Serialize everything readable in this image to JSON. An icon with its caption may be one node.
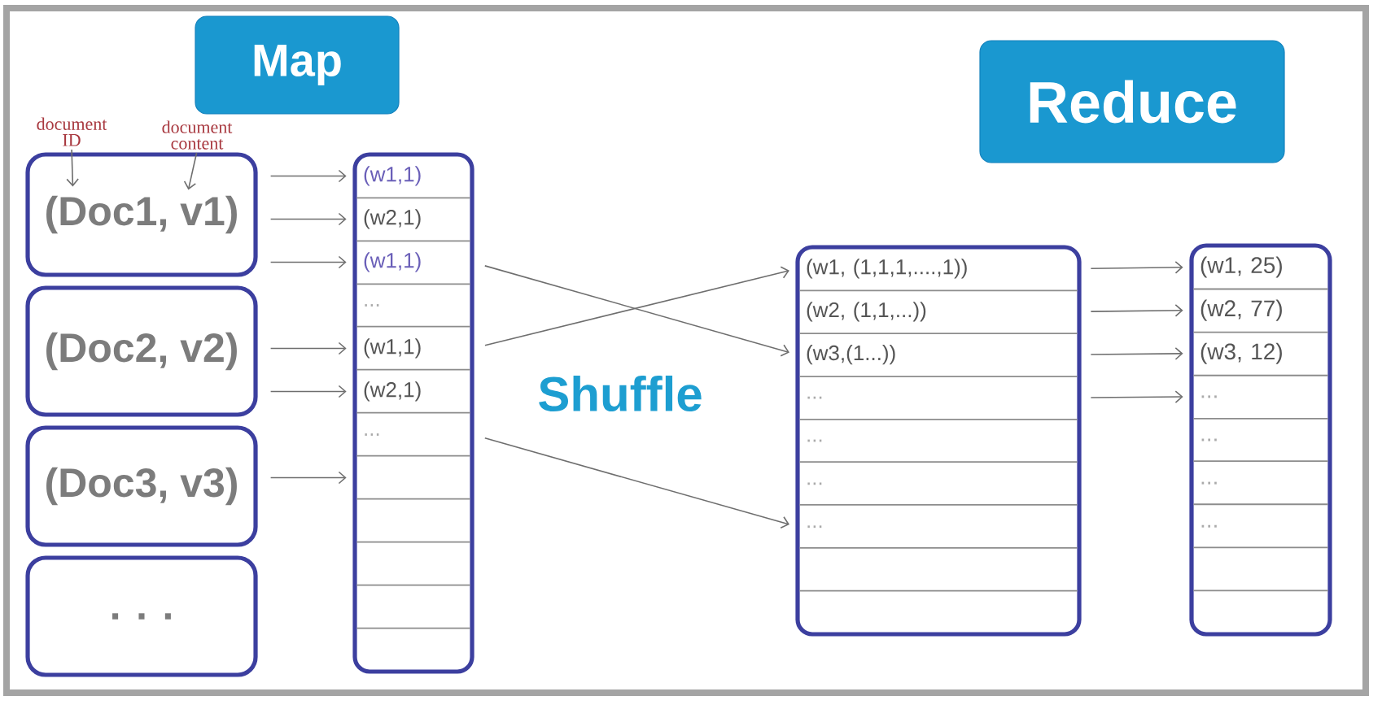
{
  "diagram": {
    "nodes": [
      {
        "text": [
          "Map"
        ]
      },
      {
        "text": [
          "Reduce"
        ]
      },
      {
        "text": [
          "document ID"
        ]
      },
      {
        "text": [
          "document content"
        ]
      },
      {
        "text": [
          "(Doc1, v1)"
        ]
      },
      {
        "text": [
          "(Doc2, v2)"
        ]
      },
      {
        "text": [
          "(Doc3, v3)"
        ]
      },
      {
        "text": [
          ". . ."
        ]
      },
      {
        "text": [],
        "shape": "box"
      },
      {
        "text": [
          "(w1,1)"
        ],
        "in": 8
      },
      {
        "text": [
          "(w2,1)"
        ],
        "in": 8
      },
      {
        "text": [
          "(w1,1)"
        ],
        "in": 8
      },
      {
        "text": [
          "..."
        ],
        "in": 8
      },
      {
        "text": [
          "(w1,1)"
        ],
        "in": 8
      },
      {
        "text": [
          "(w2,1)"
        ],
        "in": 8
      },
      {
        "text": [
          "..."
        ],
        "in": 8
      },
      {
        "text": [],
        "shape": "box",
        "in": 8
      },
      {
        "text": [],
        "shape": "box",
        "in": 8
      },
      {
        "text": [],
        "shape": "box",
        "in": 8
      },
      {
        "text": [],
        "shape": "box",
        "in": 8
      },
      {
        "text": [],
        "shape": "box",
        "in": 8
      },
      {
        "text": [],
        "shape": "box"
      },
      {
        "text": [
          "(w1, (1,1,1,....,1))"
        ],
        "in": 21
      },
      {
        "text": [
          "(w2, (1,1,...))"
        ],
        "in": 21
      },
      {
        "text": [
          "(w3,(1...))"
        ],
        "in": 21
      },
      {
        "text": [
          "..."
        ],
        "in": 21
      },
      {
        "text": [
          "..."
        ],
        "in": 21
      },
      {
        "text": [
          "..."
        ],
        "in": 21
      },
      {
        "text": [
          "..."
        ],
        "in": 21
      },
      {
        "text": [],
        "shape": "box",
        "in": 21
      },
      {
        "text": [],
        "shape": "box",
        "in": 21
      },
      {
        "text": [],
        "shape": "box"
      },
      {
        "text": [
          "(w1, 25)"
        ],
        "in": 31
      },
      {
        "text": [
          "(w2, 77)"
        ],
        "in": 31
      },
      {
        "text": [
          "(w3, 12)"
        ],
        "in": 31
      },
      {
        "text": [
          "..."
        ],
        "in": 31
      },
      {
        "text": [
          "..."
        ],
        "in": 31
      },
      {
        "text": [
          "..."
        ],
        "in": 31
      },
      {
        "text": [
          "..."
        ],
        "in": 31
      },
      {
        "text": [],
        "shape": "box",
        "in": 31
      },
      {
        "text": [],
        "shape": "box",
        "in": 31
      }
    ],
    "edges": [
      {
        "from": 2,
        "to": 4,
        "arrow": "to"
      },
      {
        "from": 3,
        "to": 4,
        "arrow": "to"
      },
      {
        "from": 4,
        "to": 9,
        "arrow": "to"
      },
      {
        "from": 4,
        "to": 10,
        "arrow": "to"
      },
      {
        "from": 4,
        "to": 11,
        "arrow": "to"
      },
      {
        "from": 5,
        "to": 13,
        "arrow": "to"
      },
      {
        "from": 5,
        "to": 14,
        "arrow": "to"
      },
      {
        "from": 6,
        "to": 16,
        "arrow": "to"
      },
      {
        "from": 11,
        "to": 24,
        "arrow": "to"
      },
      {
        "from": 13,
        "to": 22,
        "arrow": "to"
      },
      {
        "from": 15,
        "to": 28,
        "arrow": "to"
      },
      {
        "from": 22,
        "to": 32,
        "arrow": "to"
      },
      {
        "from": 23,
        "to": 33,
        "arrow": "to"
      },
      {
        "from": 24,
        "to": 34,
        "arrow": "to"
      },
      {
        "from": 25,
        "to": 35,
        "arrow": "to"
      }
    ],
    "labels": [
      "Shuffle"
    ]
  }
}
